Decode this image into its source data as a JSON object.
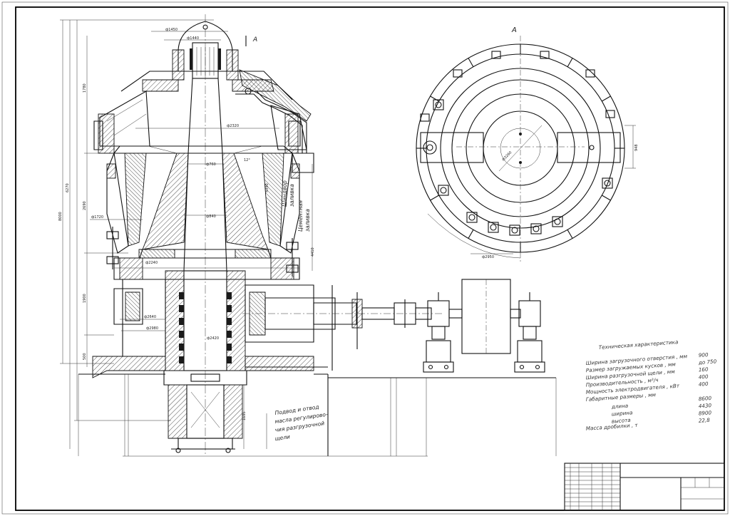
{
  "view_label": "А",
  "section_label": "А",
  "annotations": {
    "babbitt_top": "Шиндвор",
    "babbitt_bottom": "заливка",
    "cement_top": "Цементная",
    "cement_bottom": "заливка",
    "oil_line1": "Подвод и отвод",
    "oil_line2": "масла регулирово-",
    "oil_line3": "чия разгрузочной",
    "oil_line4": "щели"
  },
  "dimensions": {
    "d1": "ф1450",
    "d2": "ф1440",
    "d3": "ф2320",
    "d4": "ф760",
    "d5": "ф840",
    "d6": "ф1720",
    "d7": "ф2240",
    "d8": "ф2420",
    "d9": "ф2640",
    "d10": "ф2980",
    "d11": "ф3260",
    "d12": "ф2950",
    "v1": "1780",
    "v2": "6270",
    "v3": "8000",
    "v4": "2690",
    "v5": "1900",
    "v6": "500",
    "v7": "4390",
    "v8": "4410",
    "v9": "1695",
    "v10": "948",
    "angle": "12°"
  },
  "specs": {
    "title": "Техническая характеристика",
    "rows": [
      {
        "label": "Ширина загрузочного отверстия , мм",
        "value": "900"
      },
      {
        "label": "Размер загружаемых кусков , мм",
        "value": "до 750"
      },
      {
        "label": "Ширина разгрузочной щели , мм",
        "value": "160"
      },
      {
        "label": "Производительность , м³/ч",
        "value": "400"
      },
      {
        "label": "Мощность электродвигателя , кВт",
        "value": "400"
      },
      {
        "label": "Габаритные размеры , мм",
        "value": ""
      },
      {
        "label": "длина",
        "value": "8600"
      },
      {
        "label": "ширина",
        "value": "4430"
      },
      {
        "label": "высота",
        "value": "8900"
      },
      {
        "label": "Масса дробилки , т",
        "value": "22,8"
      }
    ]
  }
}
